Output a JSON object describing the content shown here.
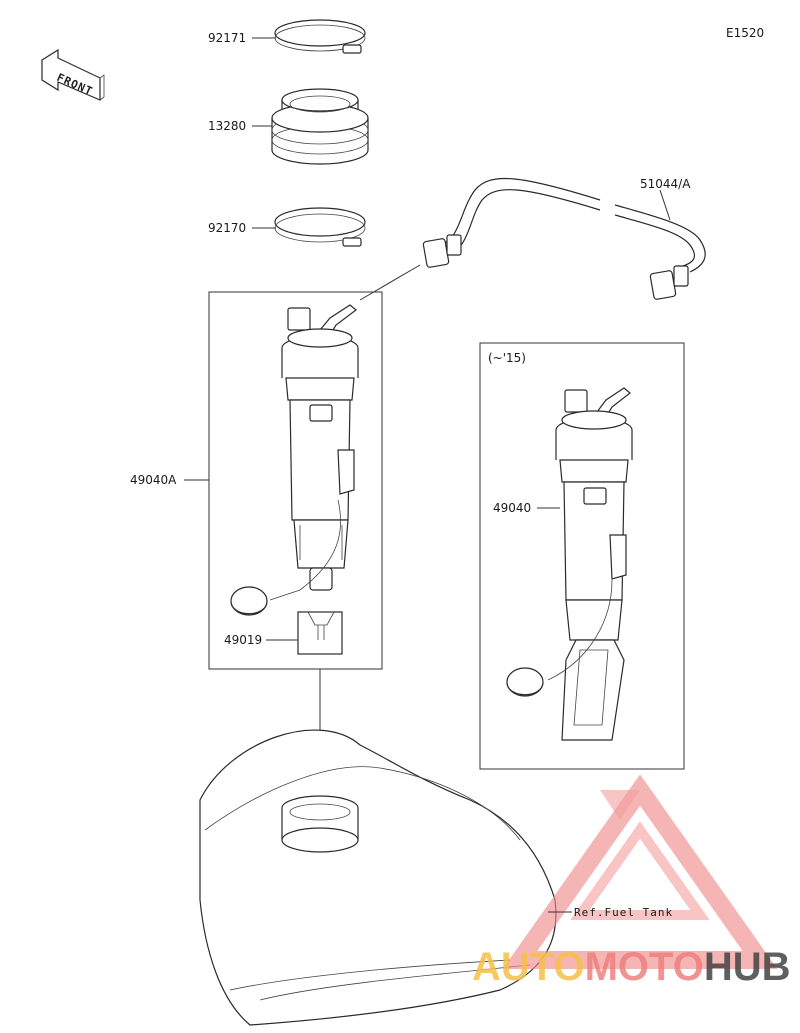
{
  "diagram": {
    "code": "E1520",
    "front_label": "FRONT",
    "variant_label": "(~'15)",
    "parts": [
      {
        "id": "92171"
      },
      {
        "id": "13280"
      },
      {
        "id": "92170"
      },
      {
        "id": "51044/A"
      },
      {
        "id": "49040A"
      },
      {
        "id": "49019"
      },
      {
        "id": "49040"
      }
    ],
    "ref_label": "Ref.Fuel Tank"
  },
  "watermark": {
    "part1": "AUTO",
    "part2": "MOTO",
    "part3": "HUB",
    "colors": {
      "auto": "#f5c04a",
      "moto": "#f08080",
      "hub": "#444444",
      "triangle": "#f28b8b"
    }
  }
}
